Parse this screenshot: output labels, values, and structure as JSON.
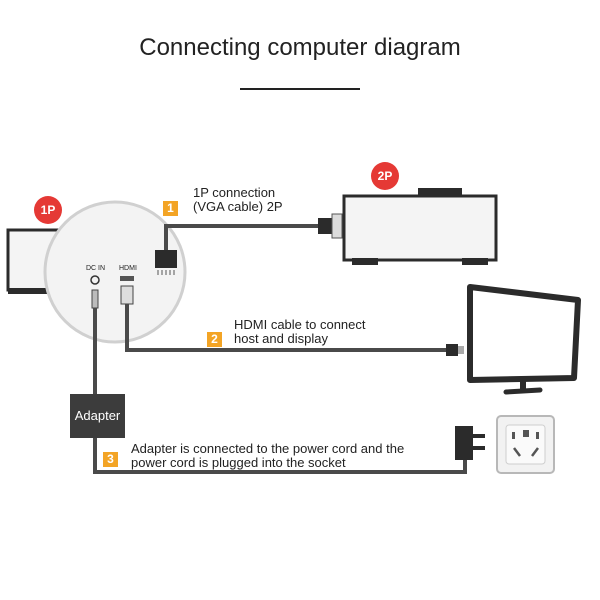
{
  "title": "Connecting computer diagram",
  "badges": {
    "host_1p": "1P",
    "host_2p": "2P"
  },
  "ports": {
    "dc_in": "DC IN",
    "hdmi": "HDMI"
  },
  "steps": [
    {
      "number": "1",
      "lines": [
        "1P connection",
        "(VGA cable) 2P"
      ]
    },
    {
      "number": "2",
      "lines": [
        "HDMI cable to connect",
        "host and display"
      ]
    },
    {
      "number": "3",
      "lines": [
        "Adapter is connected to the power cord and the",
        "power cord is plugged into the socket"
      ]
    }
  ],
  "adapter_label": "Adapter",
  "colors": {
    "cable": "#4a4a4a",
    "step_badge": "#f3a425",
    "host_badge": "#e53935",
    "device_fill": "#f4f4f4",
    "device_stroke": "#2b2b2b"
  },
  "icons": [
    "host-1p-icon",
    "host-2p-icon",
    "monitor-icon",
    "power-plug-icon",
    "wall-socket-icon",
    "vga-connector-icon",
    "hdmi-connector-icon",
    "dc-jack-icon"
  ]
}
